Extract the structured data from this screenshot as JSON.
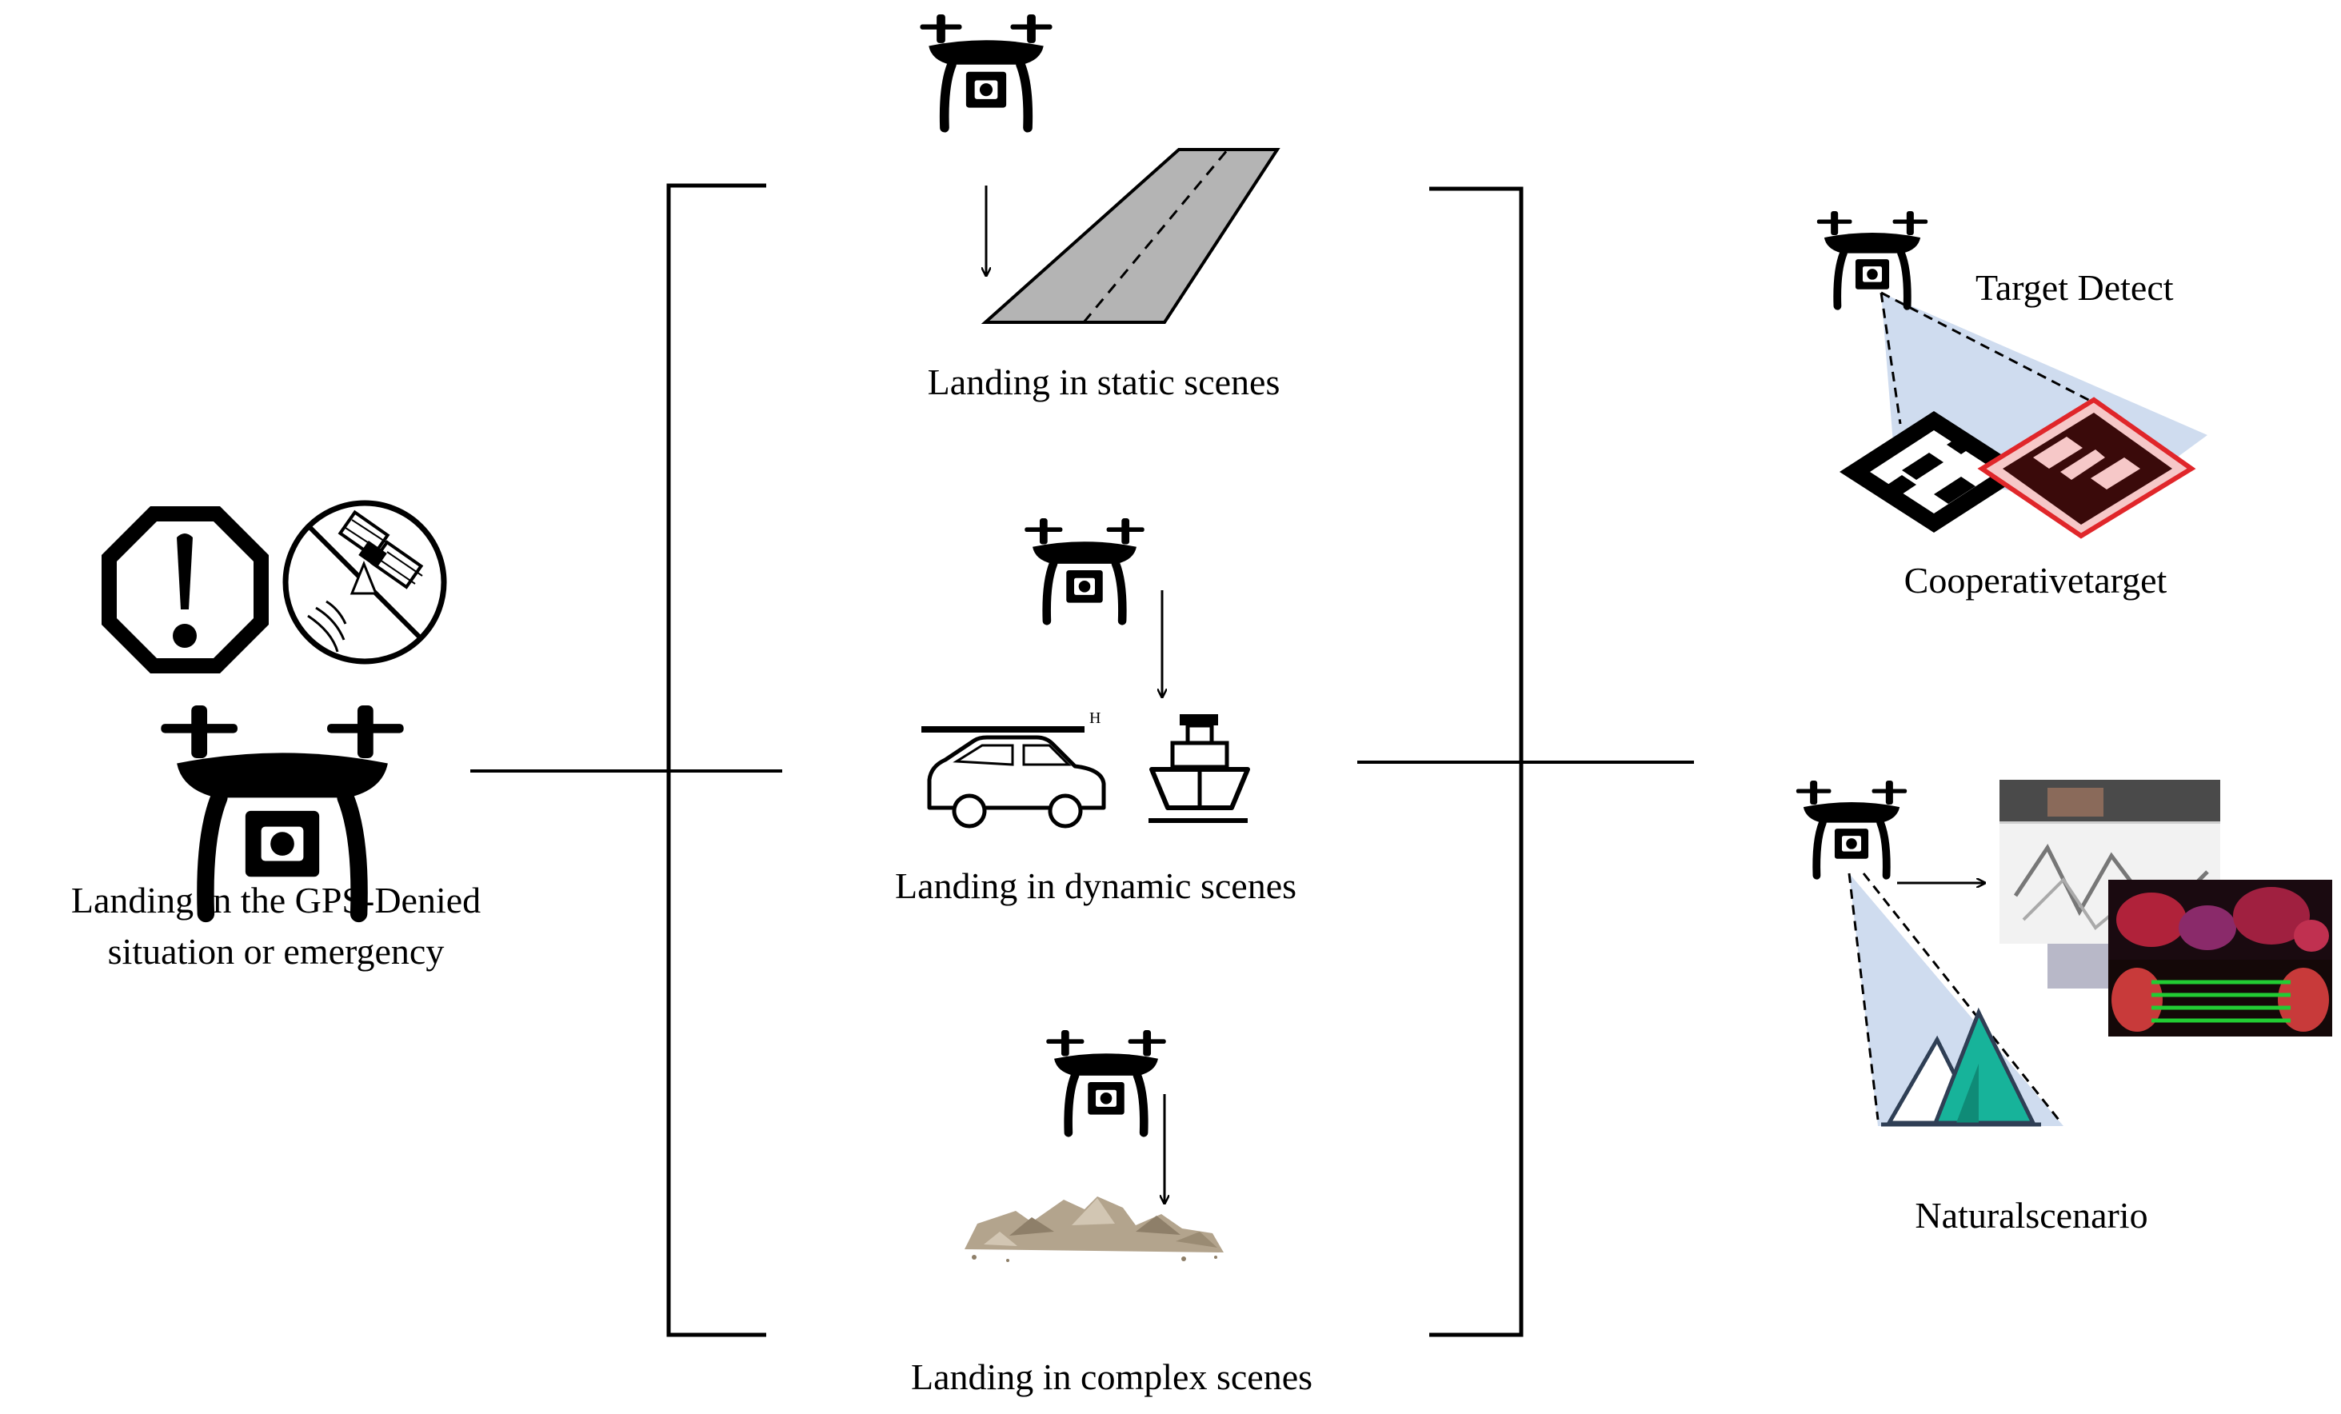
{
  "left": {
    "label_line1": "Landing in the GPS-Denied",
    "label_line2": "situation or emergency",
    "icons": [
      "warning-icon",
      "no-satellite-icon",
      "drone-icon"
    ]
  },
  "middle": {
    "static_label": "Landing in static scenes",
    "dynamic_label": "Landing in dynamic scenes",
    "complex_label": "Landing in complex scenes",
    "car_marker": "H",
    "icons": [
      "drone-icon",
      "runway-icon",
      "car-icon",
      "ship-icon",
      "rubble-icon",
      "down-arrow-icon"
    ]
  },
  "right": {
    "target_detect_label": "Target Detect",
    "cooperative_label": "Cooperativetarget",
    "natural_label": "Naturalscenario",
    "icons": [
      "drone-icon",
      "aruco-marker-icon",
      "h-pad-icon",
      "mountain-icon",
      "image-stack-icon",
      "right-arrow-icon"
    ]
  },
  "colors": {
    "line": "#000000",
    "runway": "#b4b4b4",
    "fov": "#cfdcef",
    "pad_red": "#e0262a",
    "pad_fill": "#f6c8c8",
    "rock": "#b3a48d",
    "mountain": "#17b39a"
  }
}
